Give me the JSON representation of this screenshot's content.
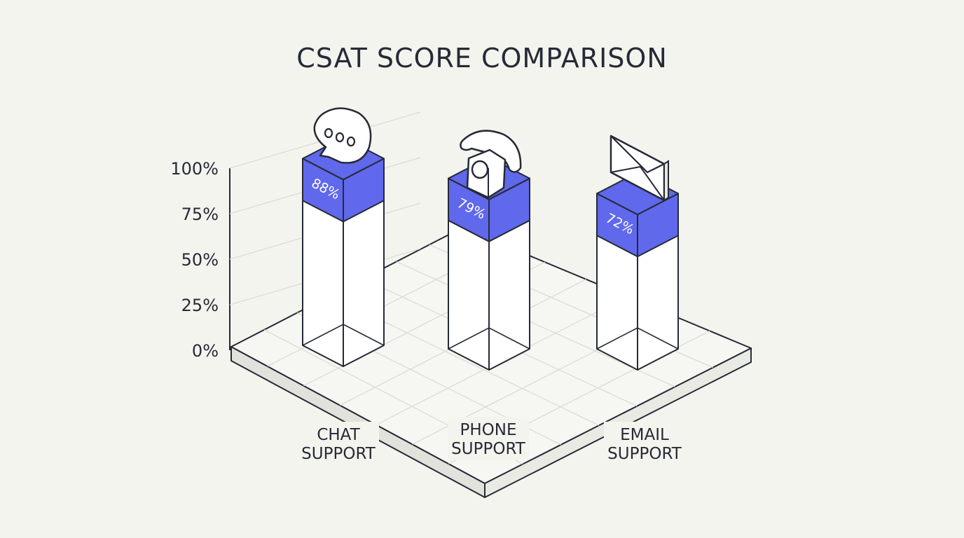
{
  "chart_data": {
    "type": "bar",
    "title": "CSAT SCORE COMPARISON",
    "categories": [
      "CHAT SUPPORT",
      "PHONE SUPPORT",
      "EMAIL SUPPORT"
    ],
    "category_lines": [
      [
        "CHAT",
        "SUPPORT"
      ],
      [
        "PHONE",
        "SUPPORT"
      ],
      [
        "EMAIL",
        "SUPPORT"
      ]
    ],
    "values": [
      88,
      79,
      72
    ],
    "value_labels": [
      "88%",
      "79%",
      "72%"
    ],
    "icons": [
      "chat-bubble-icon",
      "telephone-icon",
      "envelope-icon"
    ],
    "yticks": [
      "0%",
      "25%",
      "50%",
      "75%",
      "100%"
    ],
    "ylim": [
      0,
      100
    ],
    "grid": true,
    "legend": "none",
    "colors": {
      "accent": "#6068ec",
      "line": "#262a36",
      "grid": "#dcdcd5",
      "background": "#f4f4ef",
      "face": "#ffffff"
    }
  }
}
